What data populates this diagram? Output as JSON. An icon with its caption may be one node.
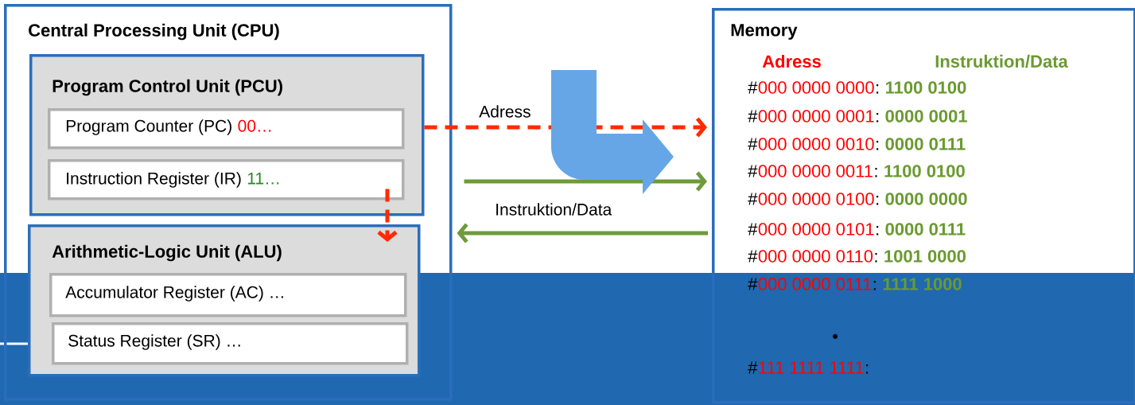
{
  "diagram": {
    "nodes": [
      {
        "text": [
          "Central Processing Unit (CPU)"
        ]
      },
      {
        "text": [
          "Program Control Unit (PCU)"
        ],
        "in": 0
      },
      {
        "text": [
          "Program Counter (PC)",
          "00…"
        ],
        "in": 1
      },
      {
        "text": [
          "Instruction Register (IR)",
          "11…"
        ],
        "in": 1
      },
      {
        "text": [
          "Arithmetic-Logic Unit (ALU)"
        ],
        "in": 0
      },
      {
        "text": [
          "Accumulator Register (AC) …"
        ],
        "in": 4
      },
      {
        "text": [
          "Status Register (SR) …"
        ],
        "in": 4
      },
      {
        "text": [
          "Memory"
        ]
      }
    ],
    "edges": [
      {
        "from": 2,
        "to": 7,
        "arrow": "to",
        "label": "Adress",
        "style": "dashed",
        "color": "#ff2a00"
      },
      {
        "from": 0,
        "to": 7,
        "arrow": "to",
        "color": "#6f9a3c"
      },
      {
        "from": 7,
        "to": 0,
        "arrow": "to",
        "label": "Instruktion/Data",
        "color": "#6f9a3c"
      },
      {
        "from": 3,
        "to": 4,
        "arrow": "to",
        "style": "dashed",
        "color": "#ff2a00"
      }
    ],
    "labels": [
      "Adress",
      "Instruktion/Data",
      "#",
      "000 0000 0000",
      ":",
      "1100 0100",
      "#",
      "000 0000 0001",
      ":",
      "0000 0001",
      "#",
      "000 0000 0010",
      ":",
      "0000 0111",
      "#",
      "000 0000 0011",
      ":",
      "1100 0100",
      "#",
      "000 0000 0100",
      ":",
      "0000 0000",
      "#",
      "000 0000 0101",
      ":",
      "0000 0111",
      "#",
      "000 0000 0110",
      ":",
      "1001 0000",
      "#",
      "000 0000 0111",
      ":",
      "1111 1000",
      "•",
      "#",
      "111 1111 1111",
      ":"
    ]
  }
}
